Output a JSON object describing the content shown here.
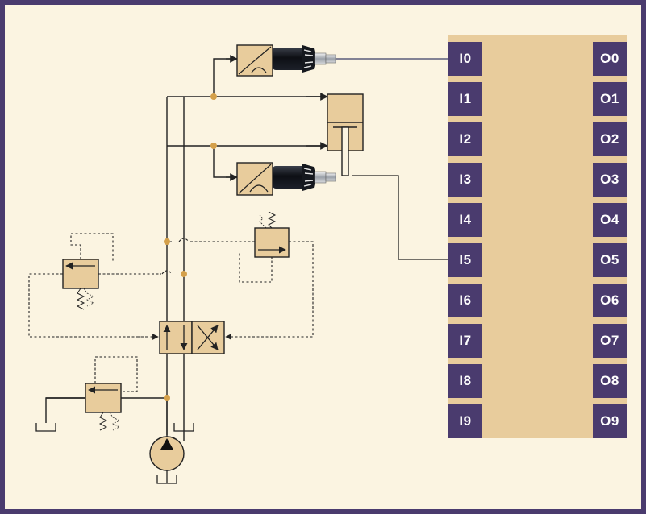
{
  "plc": {
    "inputs": [
      "I0",
      "I1",
      "I2",
      "I3",
      "I4",
      "I5",
      "I6",
      "I7",
      "I8",
      "I9"
    ],
    "outputs": [
      "O0",
      "O1",
      "O2",
      "O3",
      "O4",
      "O5",
      "O6",
      "O7",
      "O8",
      "O9"
    ]
  },
  "colors": {
    "border": "#4a3b6e",
    "background": "#fbf4e1",
    "plc_panel": "#e8cc9c",
    "terminal": "#4a3b6e",
    "component_fill": "#e8cc9c",
    "junction": "#d4a04a",
    "line": "#2a2a2a"
  },
  "components": {
    "sensors": [
      "proximity-sensor-top",
      "proximity-sensor-bottom"
    ],
    "cylinder": "double-acting-cylinder",
    "valve": "4-way-directional-control-valve",
    "relief_valves": [
      "pressure-relief-valve-left",
      "pressure-relief-valve-right",
      "pressure-relief-valve-bottom"
    ],
    "pump": "hydraulic-pump"
  }
}
